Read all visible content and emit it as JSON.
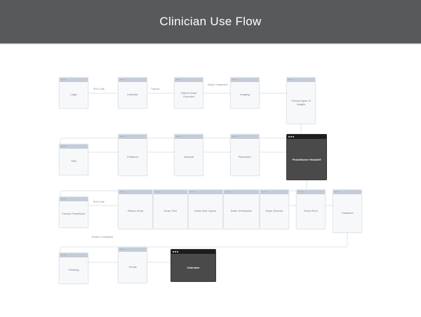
{
  "header": {
    "title": "Clinician Use Flow",
    "background": "#58595b",
    "text_color": "#ffffff"
  },
  "theme": {
    "canvas_background": "#ffffff",
    "node_fill": "#f6f8fa",
    "node_border": "#e3e7ec",
    "node_titlebar": "#c3ccd8",
    "node_text": "#6d7680",
    "dark_node_fill": "#4a4a4a",
    "dark_node_titlebar": "#1c1c1c",
    "dark_node_text": "#ffffff",
    "connector": "#d5dae0",
    "edge_label_text": "#7b848e"
  },
  "diagram": {
    "type": "flowchart",
    "rows": 4,
    "nodes": [
      {
        "id": "login",
        "label": "Login",
        "style": "light",
        "row": 1
      },
      {
        "id": "calendar-1",
        "label": "Calendar",
        "style": "light",
        "row": 1
      },
      {
        "id": "patient-chart-overview",
        "label": "Patient Chart Overview",
        "style": "light",
        "row": 1
      },
      {
        "id": "imaging",
        "label": "Imaging",
        "style": "light",
        "row": 1
      },
      {
        "id": "choose-types-of-images",
        "label": "Choose types of Images",
        "style": "light",
        "row": 1
      },
      {
        "id": "tms",
        "label": "TMS",
        "style": "light",
        "row": 2
      },
      {
        "id": "extraoral",
        "label": "Extraoral",
        "style": "light",
        "row": 2
      },
      {
        "id": "intraoral",
        "label": "Intraoral",
        "style": "light",
        "row": 2
      },
      {
        "id": "panoramic",
        "label": "Panoramic",
        "style": "light",
        "row": 2
      },
      {
        "id": "practitioner-handoff",
        "label": "Practitioner Handoff",
        "style": "dark",
        "row": 2
      },
      {
        "id": "choose-practitioner",
        "label": "Choose Practitioner",
        "style": "light",
        "row": 3
      },
      {
        "id": "patient-chart",
        "label": "Patient Chart",
        "style": "light",
        "row": 3
      },
      {
        "id": "exam-tmj",
        "label": "Exam TMJ",
        "style": "light",
        "row": 3
      },
      {
        "id": "exam-oral-cancer",
        "label": "Exam Oral Cancer",
        "style": "light",
        "row": 3
      },
      {
        "id": "exam-orthodontic",
        "label": "Exam Orthodontic",
        "style": "light",
        "row": 3
      },
      {
        "id": "exam-general",
        "label": "Exam General",
        "style": "light",
        "row": 3
      },
      {
        "id": "exam-perio",
        "label": "Exam Perio",
        "style": "light",
        "row": 3
      },
      {
        "id": "treatment",
        "label": "Treatment",
        "style": "light",
        "row": 3
      },
      {
        "id": "cleaning",
        "label": "Cleaning",
        "style": "light",
        "row": 4
      },
      {
        "id": "trends",
        "label": "Trends",
        "style": "light",
        "row": 4
      },
      {
        "id": "calendar-2",
        "label": "Calendar",
        "style": "dark",
        "row": 4
      }
    ],
    "edge_labels": [
      {
        "id": "edge-pin-code-1",
        "label": "PIN Code"
      },
      {
        "id": "edge-tutorial",
        "label": "Tutorial"
      },
      {
        "id": "edge-begin-treatment",
        "label": "Begin Treatment?"
      },
      {
        "id": "edge-pin-code-2",
        "label": "PIN Code"
      },
      {
        "id": "edge-exams-completed",
        "label": "Exams Completed"
      }
    ]
  }
}
